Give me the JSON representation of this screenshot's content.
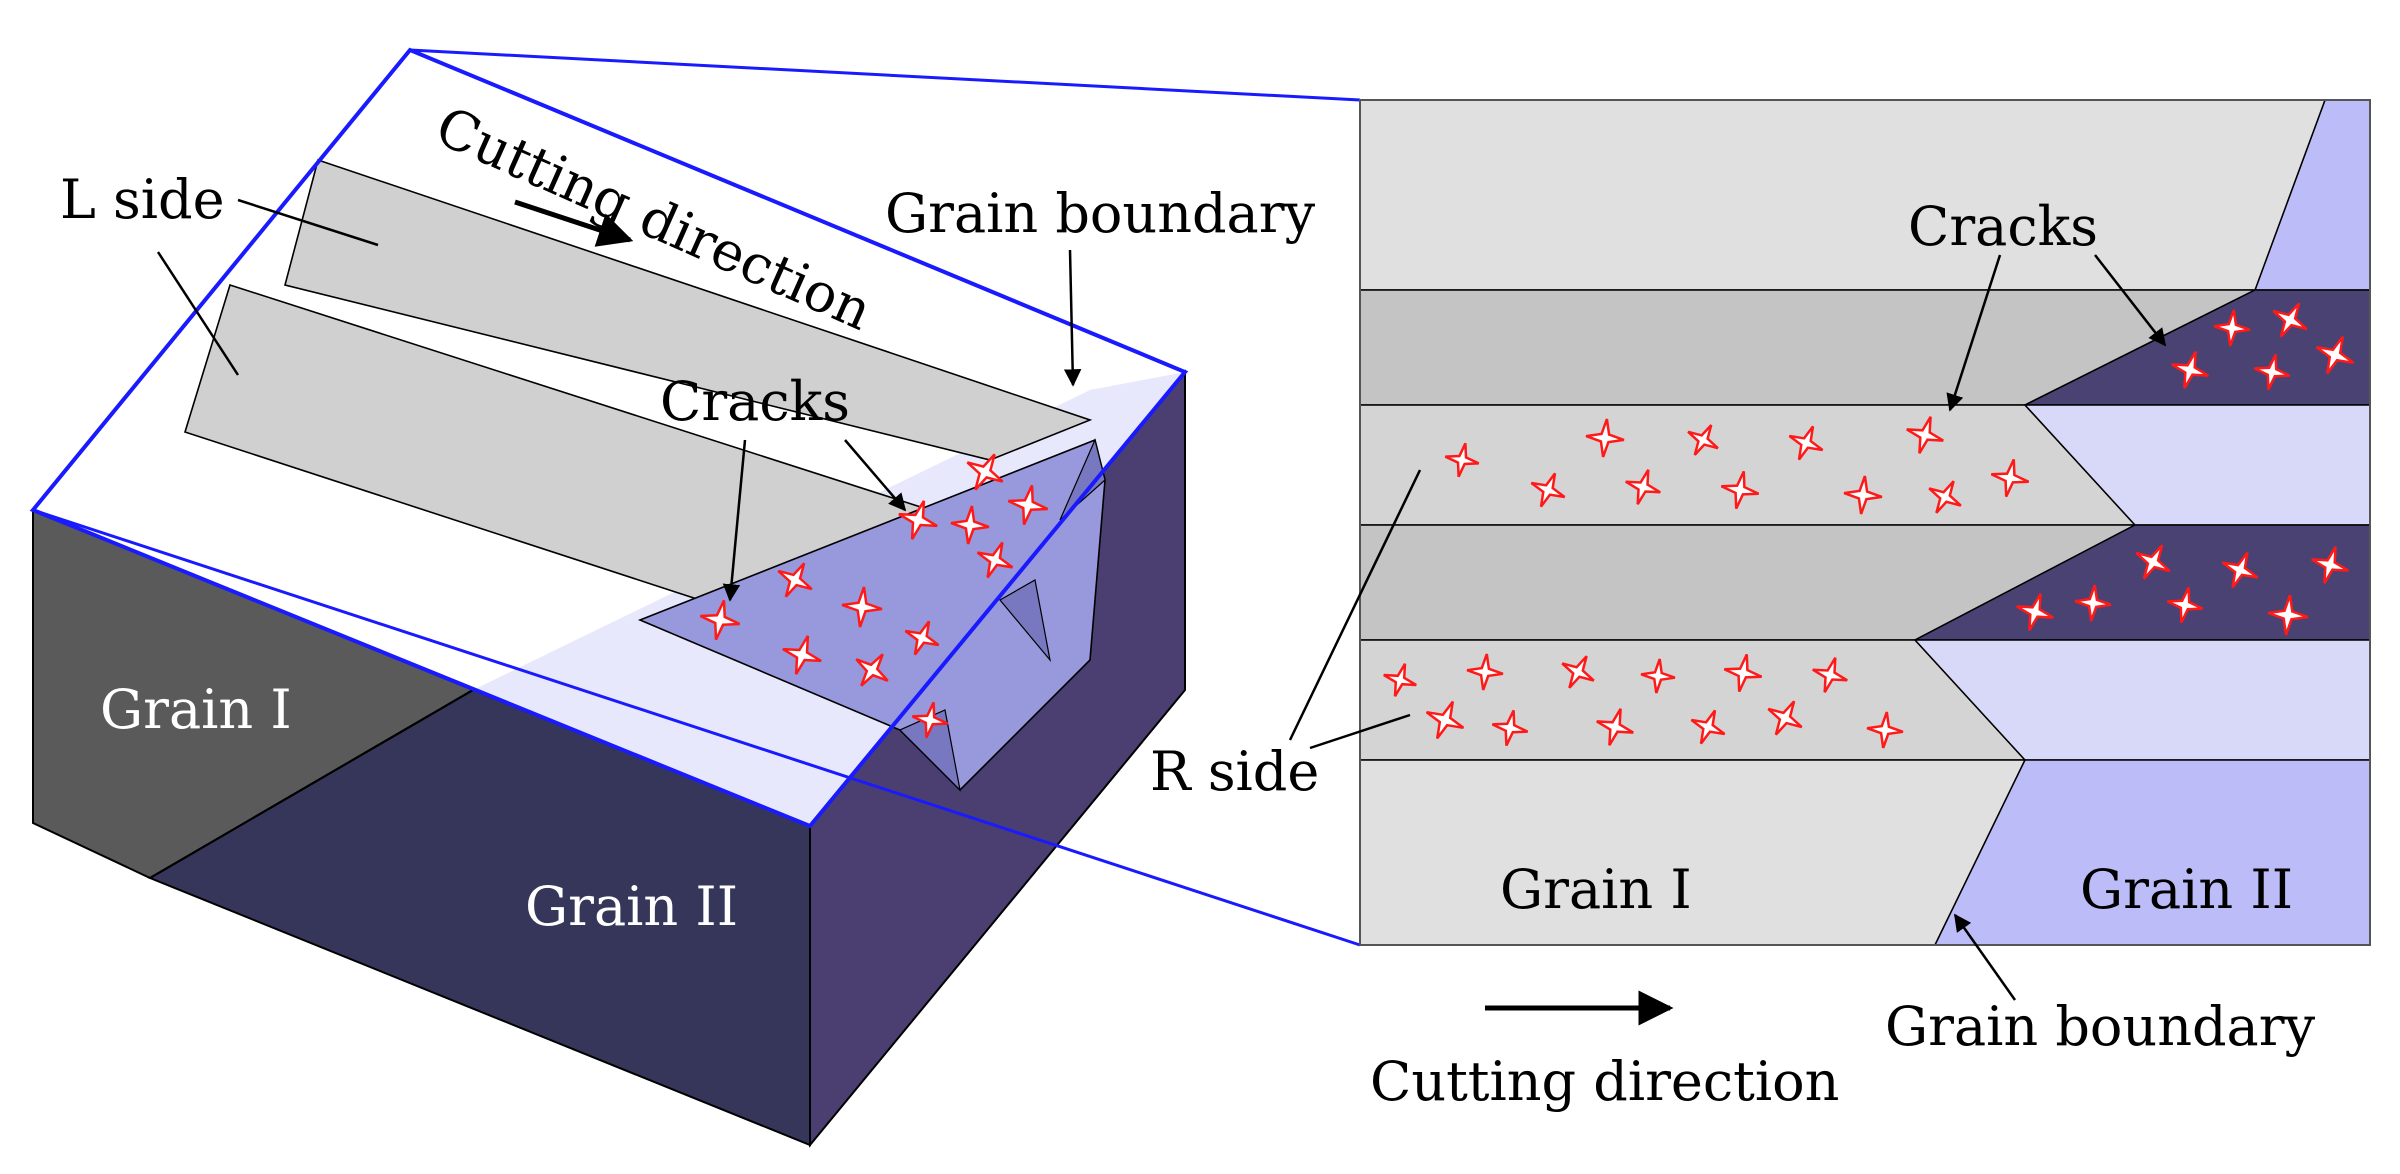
{
  "labels": {
    "l_side": "L side",
    "r_side": "R side",
    "cutting_direction_3d": "Cutting direction",
    "cutting_direction_2d": "Cutting direction",
    "grain_boundary_3d": "Grain boundary",
    "grain_boundary_2d": "Grain boundary",
    "cracks_3d": "Cracks",
    "cracks_2d": "Cracks",
    "grain_1_3d": "Grain I",
    "grain_2_3d": "Grain II",
    "grain_1_2d": "Grain I",
    "grain_2_2d": "Grain II"
  },
  "colors": {
    "outline_blue": "#1a1aff",
    "grain1_top": "#ffffff",
    "grain1_side": "#5a5a5a",
    "grain2_top": "#e8e8fc",
    "grain2_side_front": "#36365a",
    "grain2_side_right": "#4a3f70",
    "groove_light": "#e0e0e0",
    "groove_dark": "#c4c4c4",
    "groove_grain2_light": "#d8d8f8",
    "groove_grain2_dark": "#4a4272",
    "grain2_right_band": "#bcbcf8",
    "crack_red": "#ff1a1a",
    "crack_region_3d": "#9898dc"
  }
}
